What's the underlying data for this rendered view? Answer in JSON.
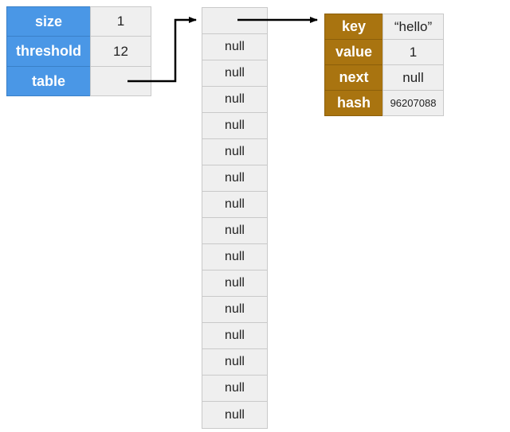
{
  "map_object": {
    "fields": [
      {
        "label": "size",
        "value": "1"
      },
      {
        "label": "threshold",
        "value": "12"
      },
      {
        "label": "table",
        "value": ""
      }
    ]
  },
  "table_array": {
    "slots": [
      "",
      "null",
      "null",
      "null",
      "null",
      "null",
      "null",
      "null",
      "null",
      "null",
      "null",
      "null",
      "null",
      "null",
      "null",
      "null"
    ]
  },
  "entry_node": {
    "fields": [
      {
        "label": "key",
        "value": "“hello”"
      },
      {
        "label": "value",
        "value": "1"
      },
      {
        "label": "next",
        "value": "null"
      },
      {
        "label": "hash",
        "value": "96207088"
      }
    ]
  },
  "colors": {
    "map_label": "#4a97e6",
    "entry_label": "#a97410",
    "cell_bg": "#efefef",
    "arrow": "#000000"
  }
}
